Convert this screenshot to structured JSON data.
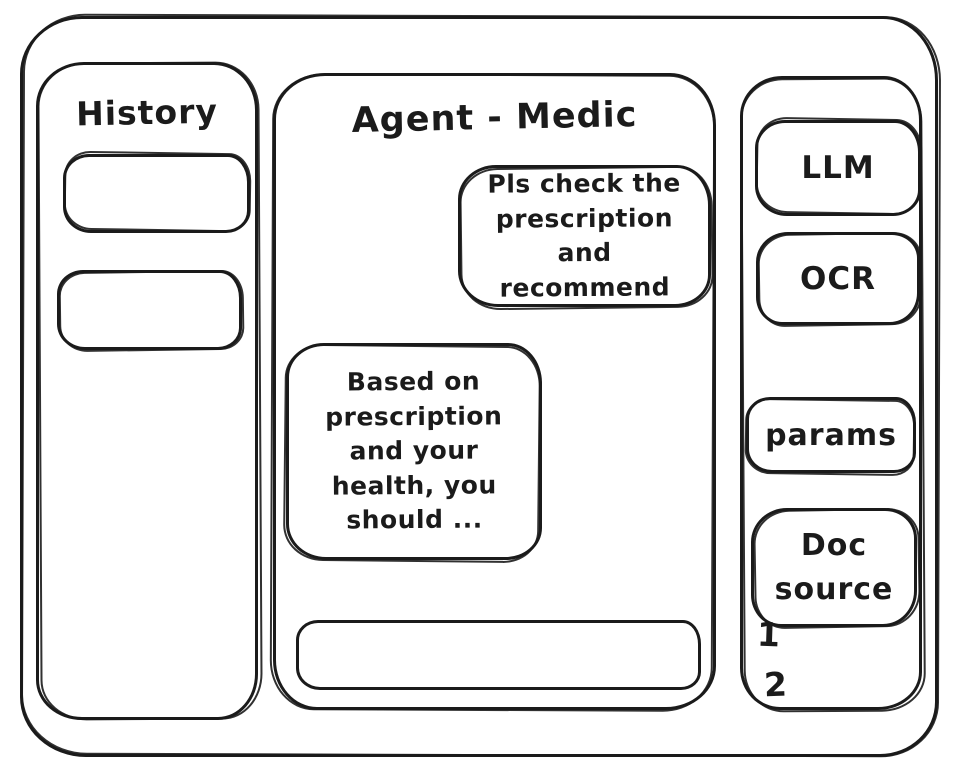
{
  "window": {
    "background": "#ffffff",
    "ink_color": "#1b1b1b"
  },
  "history": {
    "title": "History",
    "items": [
      {
        "label": ""
      },
      {
        "label": ""
      }
    ]
  },
  "chat": {
    "title": "Agent - Medic",
    "messages": [
      {
        "role": "user",
        "text": "Pls check the prescription and recommend"
      },
      {
        "role": "assistant",
        "text": "Based on prescription and your health, you should ..."
      }
    ],
    "input": {
      "value": "",
      "placeholder": ""
    }
  },
  "tools": {
    "buttons": [
      {
        "label": "LLM"
      },
      {
        "label": "OCR"
      },
      {
        "label": "params"
      }
    ],
    "doc_source": {
      "label": "Doc source",
      "items": [
        "1",
        "2"
      ]
    }
  }
}
